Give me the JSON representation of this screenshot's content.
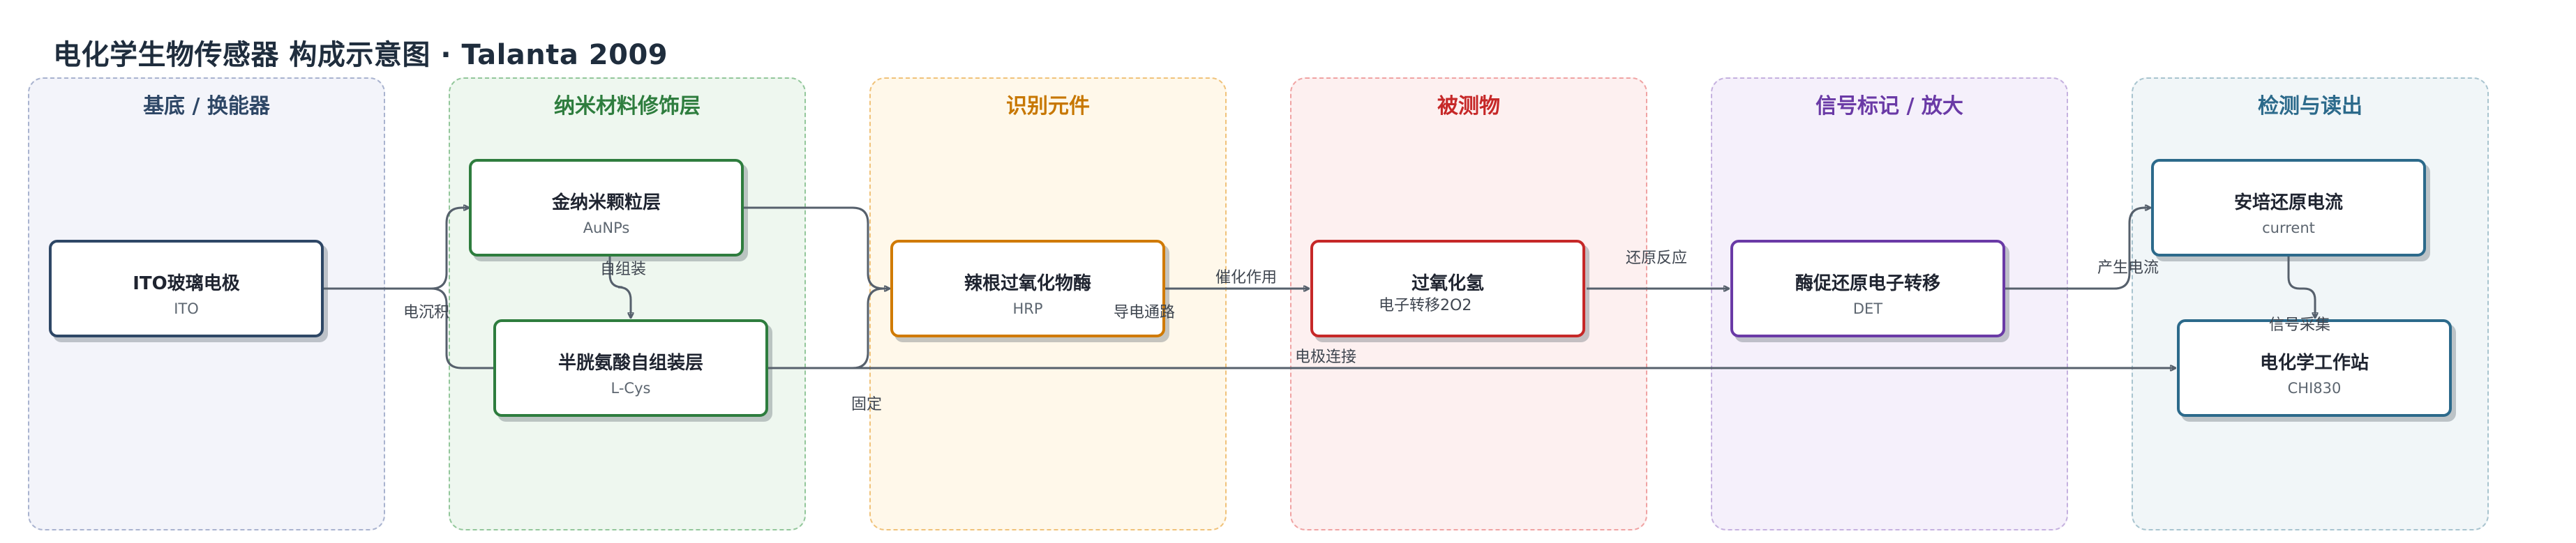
{
  "title": "电化学生物传感器 构成示意图 · Talanta 2009",
  "panels": [
    {
      "title": "基底 / 换能器",
      "border": "#a9b3cf",
      "bg": "#f3f4fa",
      "color": "#2e4766"
    },
    {
      "title": "纳米材料修饰层",
      "border": "#93c79b",
      "bg": "#eef7ef",
      "color": "#2e7d3e"
    },
    {
      "title": "识别元件",
      "border": "#f0c27a",
      "bg": "#fff8ea",
      "color": "#c77700"
    },
    {
      "title": "被测物",
      "border": "#f0a3a3",
      "bg": "#fdf0f0",
      "color": "#c62828"
    },
    {
      "title": "信号标记 / 放大",
      "border": "#c5b1df",
      "bg": "#f5f0fb",
      "color": "#6a3aa6"
    },
    {
      "title": "检测与读出",
      "border": "#a8c4cf",
      "bg": "#f1f6f8",
      "color": "#2c6a8b"
    }
  ],
  "nodes": [
    {
      "name": "ITO玻璃电极",
      "sub": "ITO",
      "color": "#2e4766"
    },
    {
      "name": "金纳米颗粒层",
      "sub": "AuNPs",
      "color": "#2e7d3e"
    },
    {
      "name": "半胱氨酸自组装层",
      "sub": "L-Cys",
      "color": "#2e7d3e"
    },
    {
      "name": "辣根过氧化物酶",
      "sub": "HRP",
      "color": "#d07a00"
    },
    {
      "name": "过氧化氢",
      "sub": "",
      "color": "#c62828"
    },
    {
      "name": "酶促还原电子转移",
      "sub": "DET",
      "color": "#6a3aa6"
    },
    {
      "name": "安培还原电流",
      "sub": "current",
      "color": "#2c6a8b"
    },
    {
      "name": "电化学工作站",
      "sub": "CHI830",
      "color": "#2c6a8b"
    }
  ],
  "edges": [
    {
      "label": "电沉积"
    },
    {
      "label": "自组装"
    },
    {
      "label": "固定"
    },
    {
      "label": "导电通路"
    },
    {
      "label": "催化作用"
    },
    {
      "label": "电子转移2O2"
    },
    {
      "label": "还原反应"
    },
    {
      "label": "产生电流"
    },
    {
      "label": "信号采集"
    },
    {
      "label": "电极连接"
    }
  ]
}
